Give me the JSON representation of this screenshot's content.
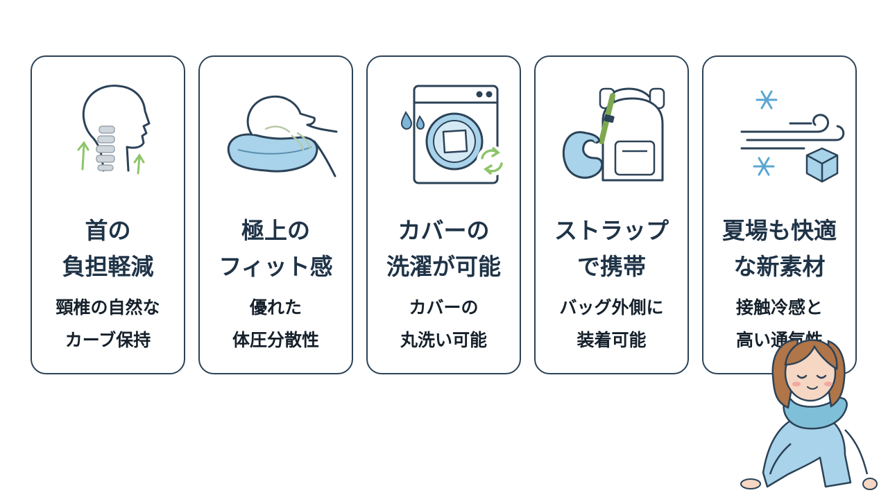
{
  "cards": [
    {
      "icon": "neck-support-icon",
      "title": [
        "首の",
        "負担軽減"
      ],
      "desc": [
        "頸椎の自然な",
        "カーブ保持"
      ]
    },
    {
      "icon": "pillow-fit-icon",
      "title": [
        "極上の",
        "フィット感"
      ],
      "desc": [
        "優れた",
        "体圧分散性"
      ]
    },
    {
      "icon": "washing-machine-icon",
      "title": [
        "カバーの",
        "洗濯が可能"
      ],
      "desc": [
        "カバーの",
        "丸洗い可能"
      ]
    },
    {
      "icon": "backpack-strap-icon",
      "title": [
        "ストラップ",
        "で携帯"
      ],
      "desc": [
        "バッグ外側に",
        "装着可能"
      ]
    },
    {
      "icon": "cooling-material-icon",
      "title": [
        "夏場も快適",
        "な新素材"
      ],
      "desc": [
        "接触冷感と",
        "高い通気性"
      ]
    }
  ],
  "colors": {
    "outline": "#2b4257",
    "pillow_blue": "#a8d3ea",
    "accent_green": "#8cc56a",
    "text": "#1f3347"
  }
}
